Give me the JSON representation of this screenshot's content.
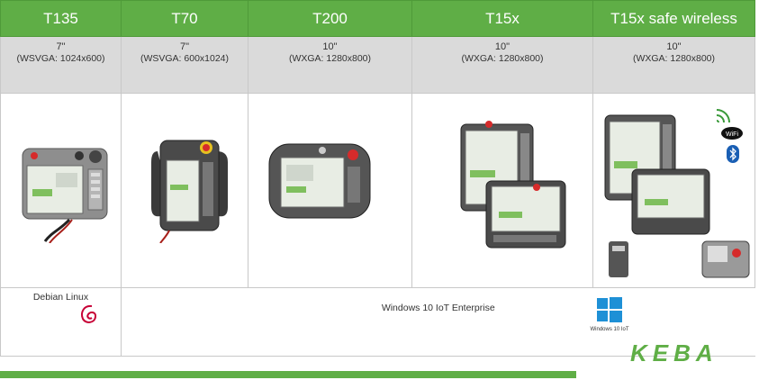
{
  "columns": [
    {
      "name": "T135",
      "size": "7\"",
      "resolution": "(WSVGA: 1024x600)"
    },
    {
      "name": "T70",
      "size": "7\"",
      "resolution": "(WSVGA: 600x1024)"
    },
    {
      "name": "T200",
      "size": "10\"",
      "resolution": "(WXGA: 1280x800)"
    },
    {
      "name": "T15x",
      "size": "10\"",
      "resolution": "(WXGA: 1280x800)"
    },
    {
      "name": "T15x safe wireless",
      "size": "10\"",
      "resolution": "(WXGA: 1280x800)"
    }
  ],
  "os": {
    "debian": "Debian Linux",
    "windows": "Windows 10 IoT Enterprise",
    "windows_logo_text": "Windows 10 IoT"
  },
  "wireless_icons": [
    "wireless-signal-icon",
    "wifi-icon",
    "bluetooth-icon"
  ],
  "brand": {
    "logo_text": "KEBA",
    "color": "#5fae46"
  }
}
